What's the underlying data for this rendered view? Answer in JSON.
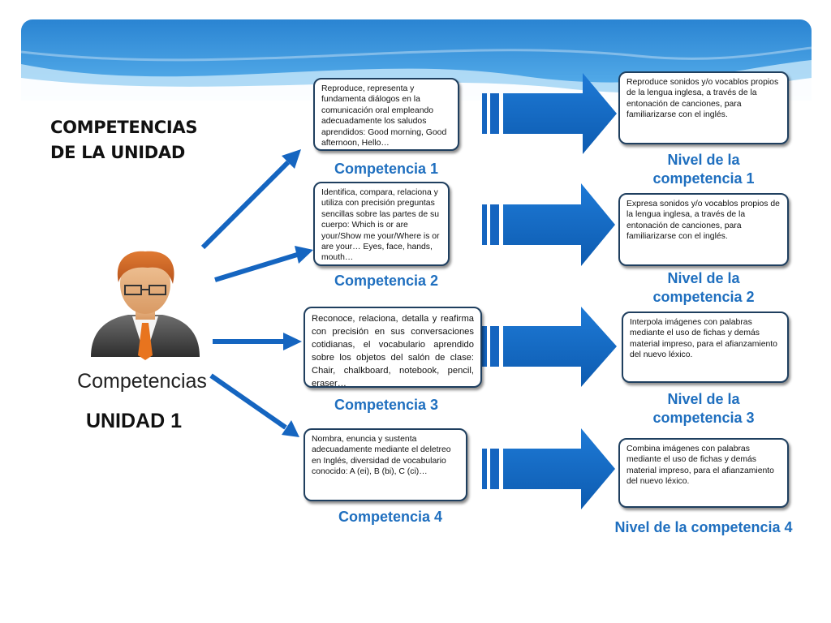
{
  "header": {
    "title_line1": "COMPETENCIAS",
    "title_line2": "DE LA UNIDAD"
  },
  "avatar": {
    "caption": "Competencias",
    "unit": "UNIDAD 1"
  },
  "competencias": [
    {
      "text": "Reproduce, representa y fundamenta diálogos en la comunicación oral empleando adecuadamente los saludos aprendidos: Good morning, Good afternoon, Hello…",
      "label": "Competencia 1"
    },
    {
      "text": "Identifica, compara, relaciona y utiliza con precisión preguntas sencillas sobre las partes de su cuerpo: Which is or are your/Show me your/Where is or are your… Eyes, face, hands, mouth…",
      "label": "Competencia 2"
    },
    {
      "text": "Reconoce, relaciona, detalla y reafirma con precisión en sus conversaciones cotidianas, el vocabulario aprendido sobre los objetos del salón de clase: Chair, chalkboard, notebook, pencil, eraser…",
      "label": "Competencia 3"
    },
    {
      "text": "Nombra, enuncia y sustenta adecuadamente mediante el deletreo en Inglés, diversidad de vocabulario conocido: A (ei), B (bi), C (ci)…",
      "label": "Competencia 4"
    }
  ],
  "niveles": [
    {
      "text": "Reproduce sonidos y/o vocablos propios de la lengua inglesa, a través de la entonación de canciones, para familiarizarse con el inglés.",
      "label": "Nivel de la competencia 1"
    },
    {
      "text": "Expresa sonidos y/o vocablos propios de la lengua inglesa, a través de la entonación de canciones, para familiarizarse con el inglés.",
      "label": "Nivel de la competencia 2"
    },
    {
      "text": "Interpola imágenes con palabras mediante el uso de fichas y demás material impreso, para el afianzamiento del nuevo léxico.",
      "label": "Nivel de la competencia 3"
    },
    {
      "text": "Combina imágenes con palabras mediante el uso de fichas y demás material impreso, para el afianzamiento del nuevo léxico.",
      "label": "Nivel de la competencia 4"
    }
  ],
  "colors": {
    "arrow_blue": "#1565c0",
    "label_blue": "#1f6fbf",
    "box_border": "#1f3f5f",
    "banner_blue": "#2f8fd8"
  }
}
